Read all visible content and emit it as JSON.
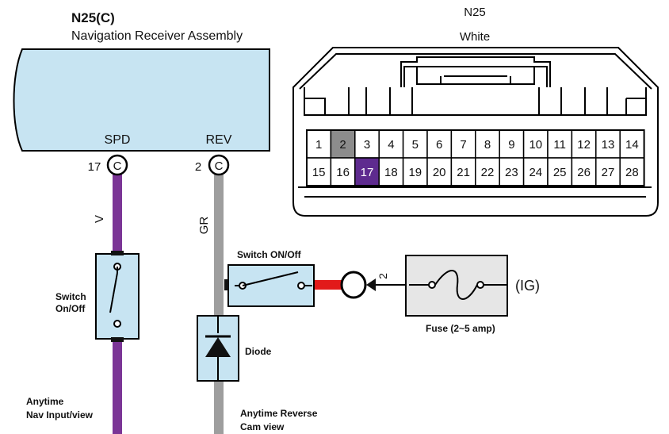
{
  "receiver": {
    "code": "N25(C)",
    "name": "Navigation Receiver Assembly",
    "pins": [
      {
        "number": "17",
        "letter": "C",
        "label": "SPD"
      },
      {
        "number": "2",
        "letter": "C",
        "label": "REV"
      }
    ]
  },
  "connector": {
    "code": "N25",
    "color_label": "White",
    "top_row": [
      "1",
      "2",
      "3",
      "4",
      "5",
      "6",
      "7",
      "8",
      "9",
      "10",
      "11",
      "12",
      "13",
      "14"
    ],
    "bottom_row": [
      "15",
      "16",
      "17",
      "18",
      "19",
      "20",
      "21",
      "22",
      "23",
      "24",
      "25",
      "26",
      "27",
      "28"
    ],
    "highlight_gray": "2",
    "highlight_purple": "17",
    "gray_color": "#8c8c8c",
    "purple_color": "#5e2b8f"
  },
  "wires": {
    "left_color_code": "V",
    "right_color_code": "GR",
    "left_color": "#7b3596",
    "right_color": "#9e9e9e",
    "red_color": "#e21a1a"
  },
  "components": {
    "left_switch_label_1": "Switch",
    "left_switch_label_2": "On/Off",
    "right_switch_label": "Switch ON/Off",
    "diode_label": "Diode",
    "fuse_pin": "2",
    "fuse_label": "Fuse (2~5 amp)",
    "ig_label": "(IG)"
  },
  "notes": {
    "left_1": "Anytime",
    "left_2": "Nav Input/view",
    "right_1": "Anytime Reverse",
    "right_2": "Cam view"
  }
}
